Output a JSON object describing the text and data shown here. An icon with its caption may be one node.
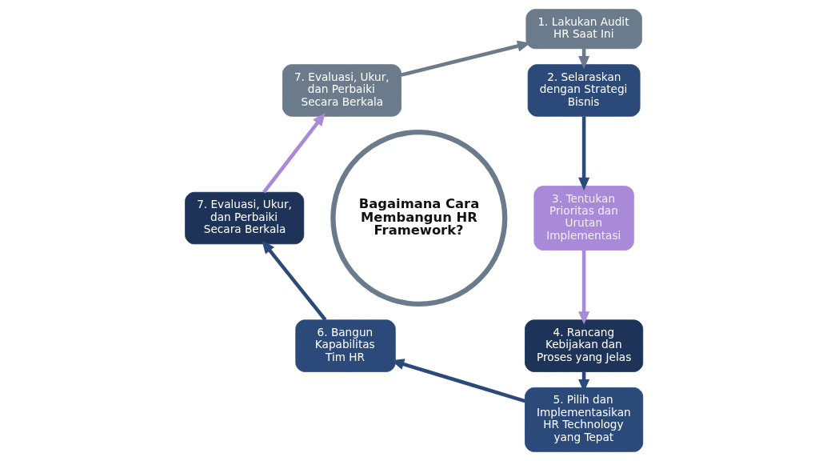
{
  "diagram": {
    "nodes": [
      {
        "text": [
          "Bagaimana Cara Membangun HR Framework?"
        ]
      },
      {
        "text": [
          "1. Lakukan Audit HR Saat Ini"
        ]
      },
      {
        "text": [
          "2. Selaraskan dengan Strategi Bisnis"
        ]
      },
      {
        "text": [
          "3. Tentukan Prioritas dan Urutan Implementasi"
        ]
      },
      {
        "text": [
          "4. Rancang Kebijakan dan Proses yang Jelas"
        ]
      },
      {
        "text": [
          "5. Pilih dan Implementasikan HR Technology yang Tepat"
        ]
      },
      {
        "text": [
          "6. Bangun Kapabilitas Tim HR"
        ]
      },
      {
        "text": [
          "7. Evaluasi, Ukur, dan Perbaiki Secara Berkala"
        ]
      },
      {
        "text": [
          "7. Evaluasi, Ukur, dan Perbaiki Secara Berkala"
        ]
      }
    ],
    "edges": [
      {
        "from": 1,
        "to": 2,
        "arrow": "to",
        "color": "#6b7b8c"
      },
      {
        "from": 2,
        "to": 3,
        "arrow": "to"
      },
      {
        "from": 3,
        "to": 4,
        "arrow": "to",
        "color": "#a98ad8"
      },
      {
        "from": 4,
        "to": 5,
        "arrow": "to"
      },
      {
        "from": 5,
        "to": 6,
        "arrow": "to"
      },
      {
        "from": 6,
        "to": 7,
        "arrow": "to"
      },
      {
        "from": 7,
        "to": 8,
        "arrow": "to",
        "color": "#a98ad8"
      },
      {
        "from": 8,
        "to": 1,
        "arrow": "to",
        "color": "#6b7b8c"
      }
    ]
  }
}
